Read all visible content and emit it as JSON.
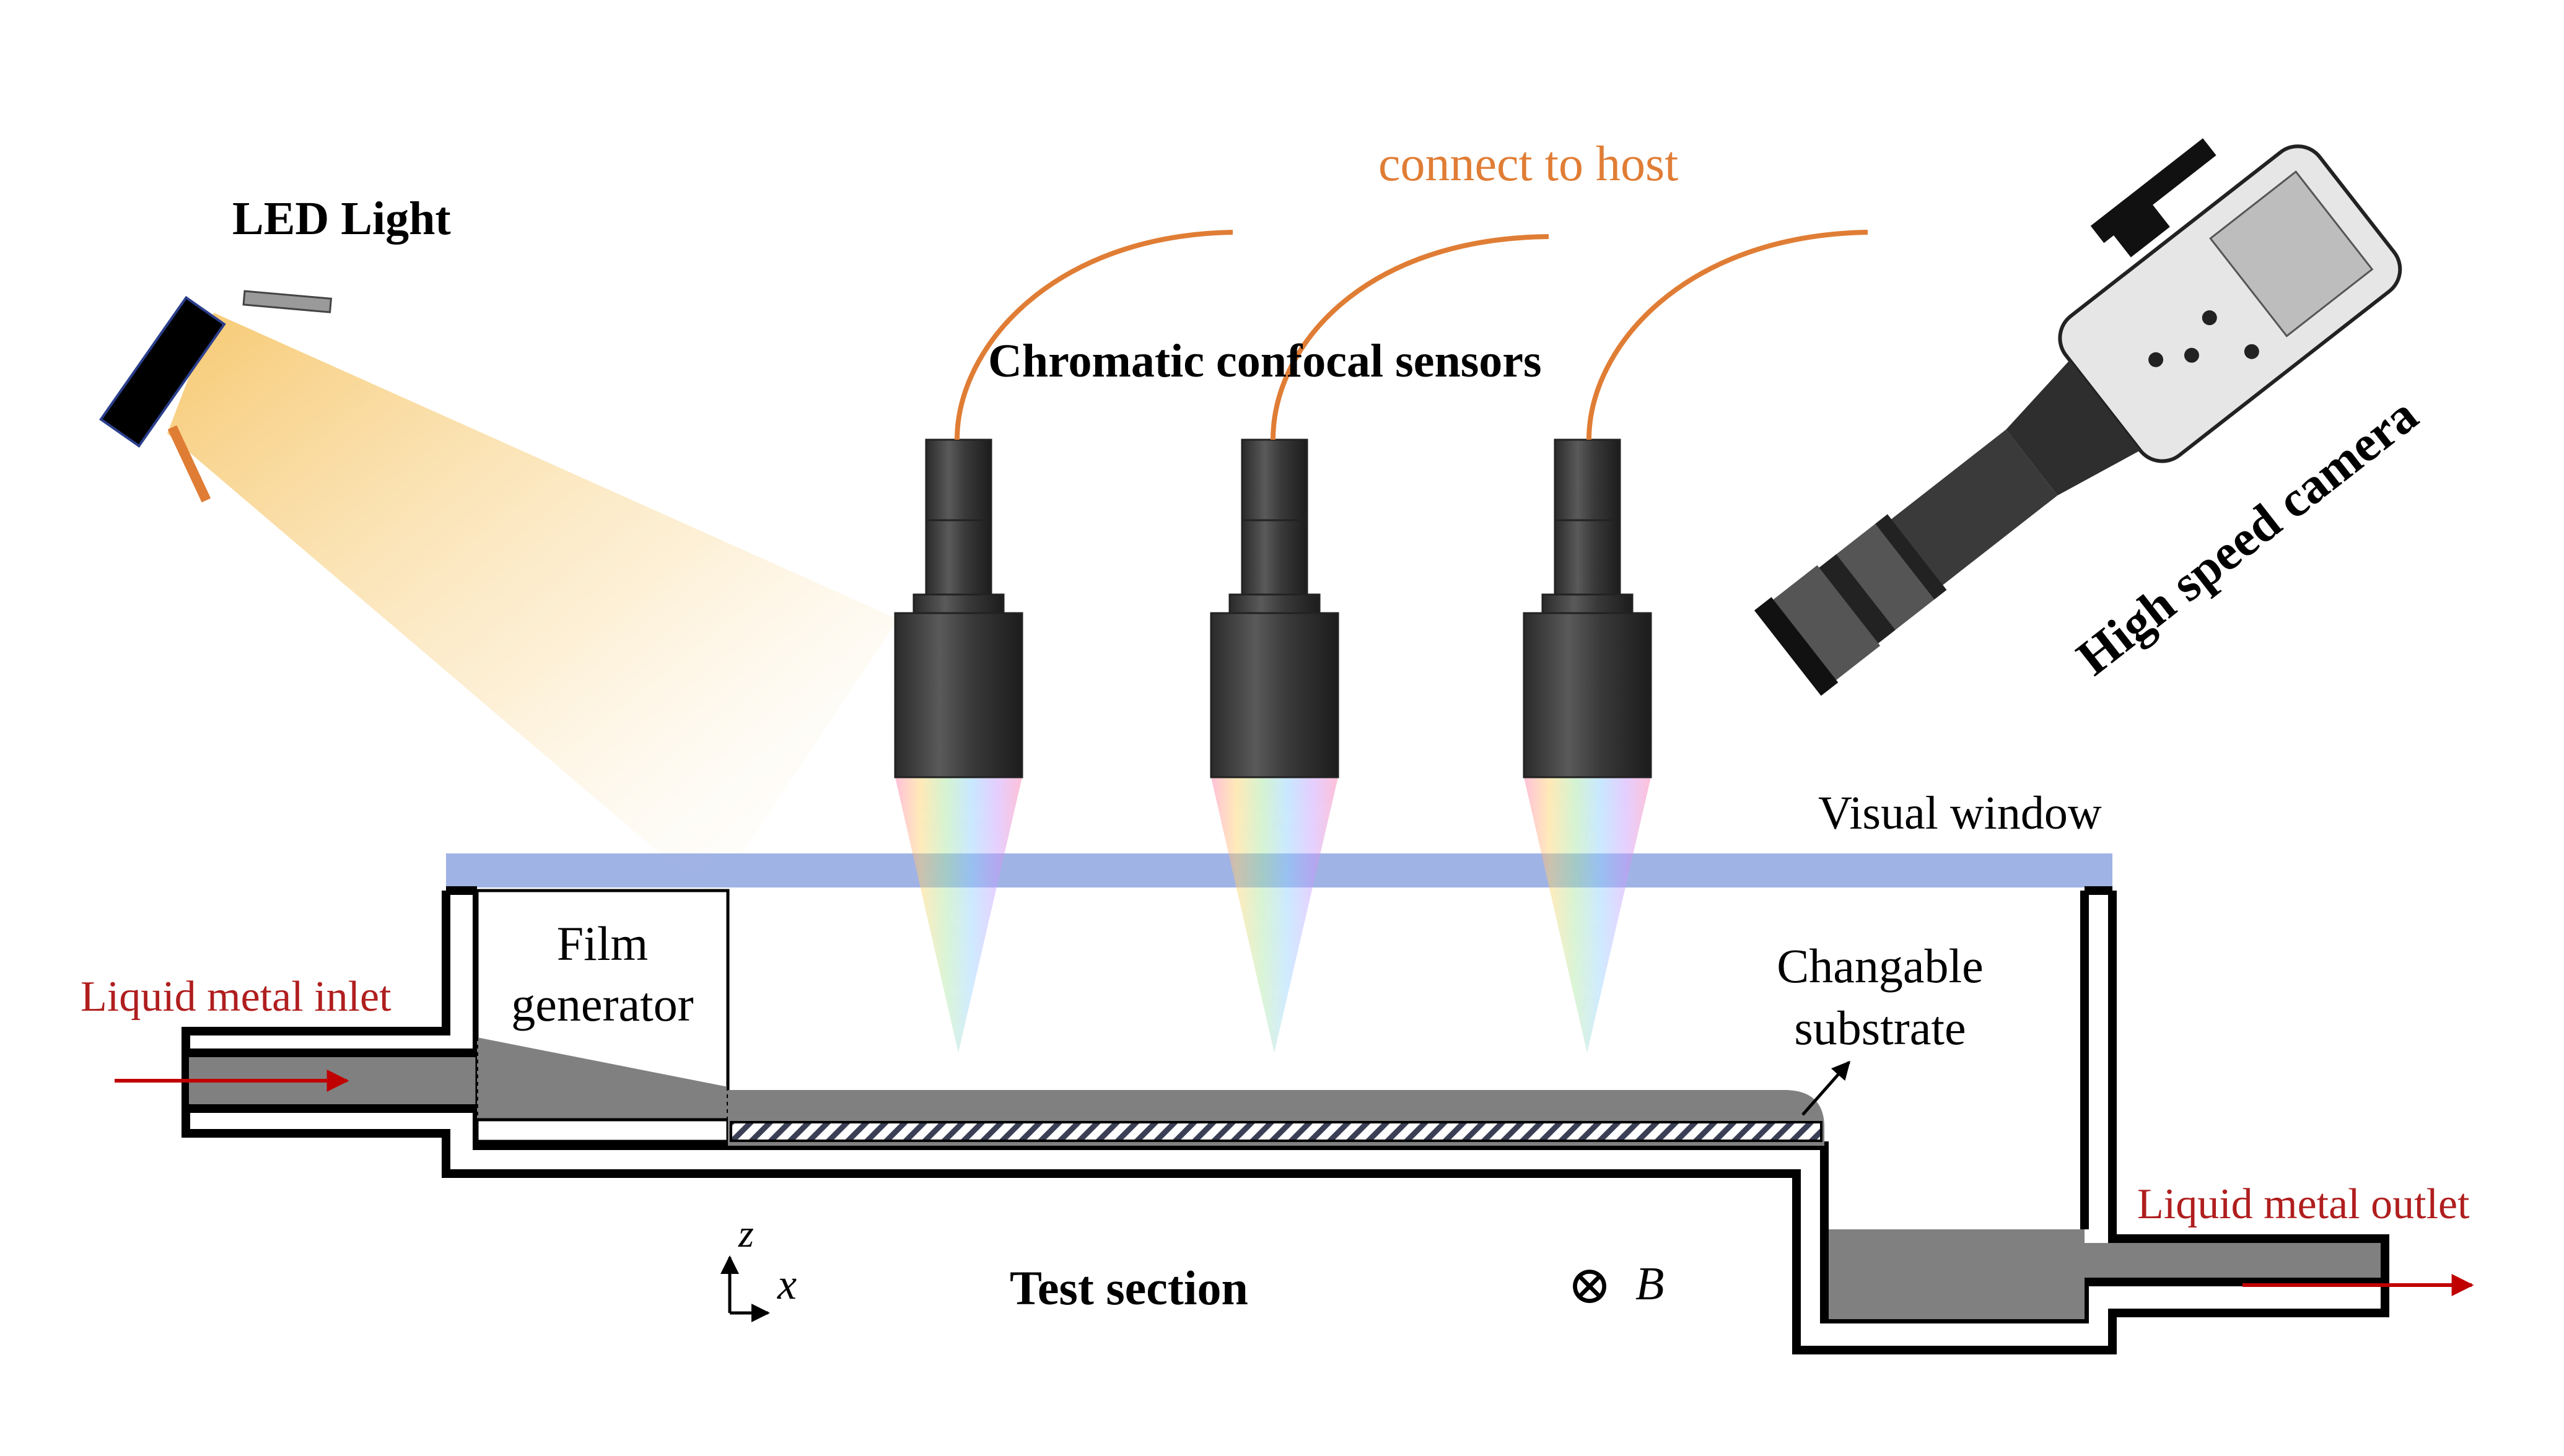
{
  "labels": {
    "led_light": "LED Light",
    "connect_to_host": "connect to host",
    "chromatic_sensors": "Chromatic confocal sensors",
    "high_speed_camera": "High speed camera",
    "visual_window": "Visual window",
    "film_generator_line1": "Film",
    "film_generator_line2": "generator",
    "changable_substrate_line1": "Changable",
    "changable_substrate_line2": "substrate",
    "liquid_metal_inlet": "Liquid metal inlet",
    "liquid_metal_outlet": "Liquid metal outlet",
    "test_section": "Test section",
    "axis_z": "z",
    "axis_x": "x",
    "magnetic_field": "B",
    "magnetic_field_symbol": "⊗"
  },
  "colors": {
    "cable": "#e07d35",
    "flow_arrow": "#c00000",
    "flow_label": "#b01e1e",
    "window": "#8fa6e0",
    "liquid_metal": "#808080",
    "sensor_body": "#3a3a3a"
  }
}
